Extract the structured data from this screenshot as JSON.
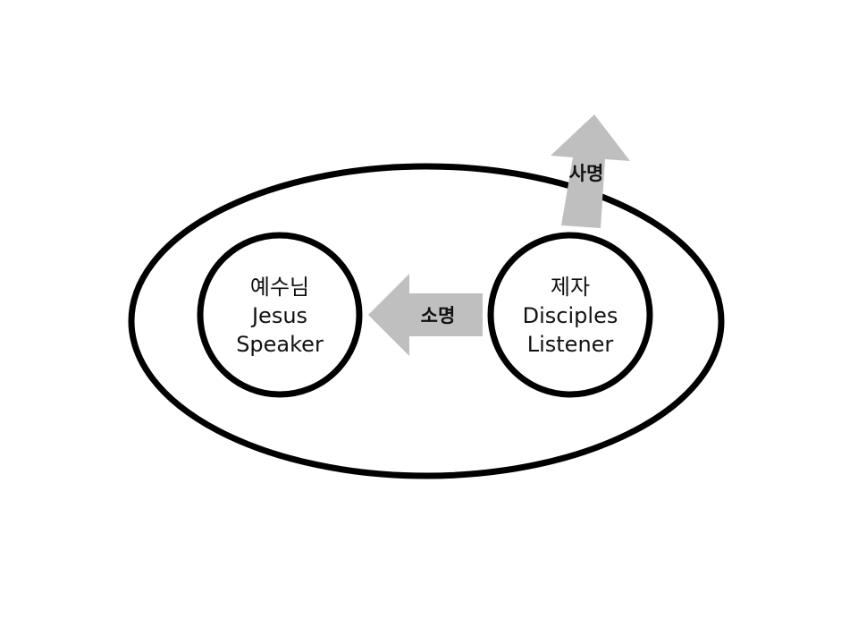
{
  "colors": {
    "outline": "#000000",
    "arrow_fill": "#bfbfbf",
    "text": "#111111",
    "background": "#ffffff"
  },
  "nodes": {
    "jesus": {
      "korean": "예수님",
      "english": "Jesus",
      "role": "Speaker"
    },
    "disciples": {
      "korean": "제자",
      "english": "Disciples",
      "role": "Listener"
    }
  },
  "arrows": {
    "calling": {
      "label": "소명",
      "direction": "left"
    },
    "mission": {
      "label": "사명",
      "direction": "up"
    }
  }
}
